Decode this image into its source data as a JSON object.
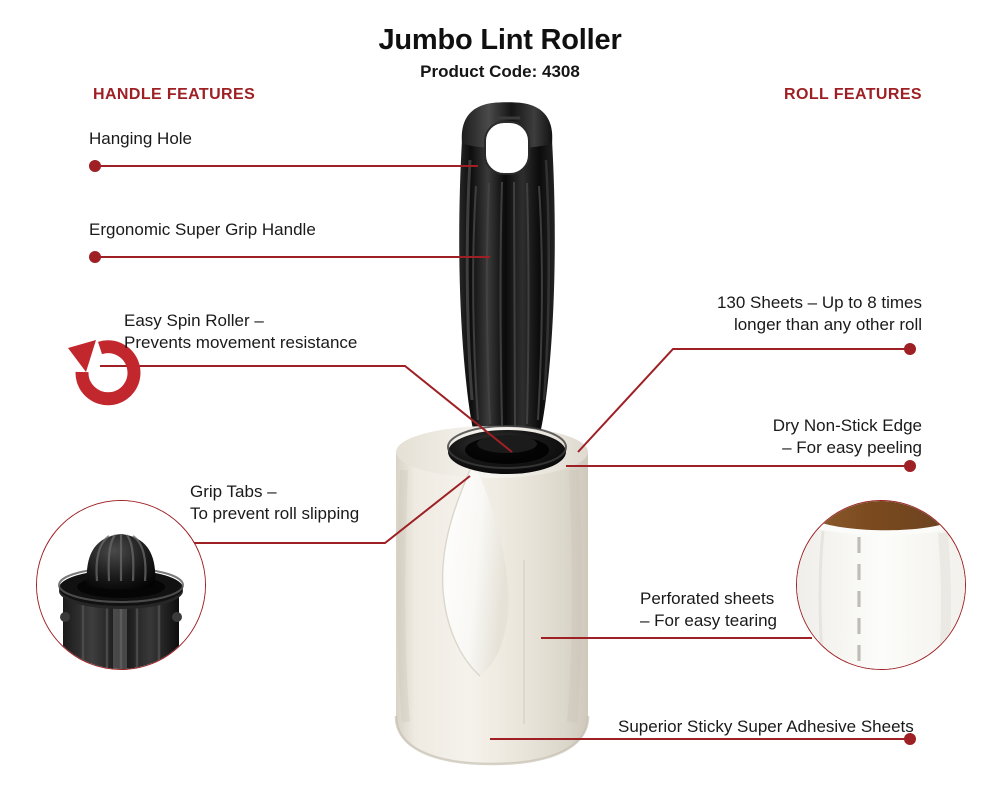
{
  "header": {
    "title": "Jumbo Lint Roller",
    "product_code": "Product Code: 4308"
  },
  "sections": {
    "left_heading": "HANDLE FEATURES",
    "right_heading": "ROLL FEATURES"
  },
  "colors": {
    "accent_red": "#9E2024",
    "handle_black": "#121212",
    "roll_cream": "#EDE9E0",
    "core_brown": "#7B4A22"
  },
  "callouts": {
    "handle": [
      {
        "id": "hanging-hole",
        "text": "Hanging Hole"
      },
      {
        "id": "grip-handle",
        "text": "Ergonomic Super Grip Handle"
      },
      {
        "id": "easy-spin",
        "text": "Easy Spin Roller –\nPrevents movement resistance"
      },
      {
        "id": "grip-tabs",
        "text": "Grip Tabs –\nTo prevent roll slipping"
      }
    ],
    "roll": [
      {
        "id": "sheets-count",
        "text": "130 Sheets – Up to 8 times\nlonger than any other roll"
      },
      {
        "id": "non-stick",
        "text": "Dry Non-Stick Edge\n– For easy peeling"
      },
      {
        "id": "perforated",
        "text": "Perforated sheets\n– For easy tearing"
      },
      {
        "id": "adhesive",
        "text": "Superior Sticky Super Adhesive Sheets"
      }
    ]
  },
  "insets": [
    {
      "id": "grip-tabs-closeup",
      "caption": "Grip Tabs –\nTo prevent roll slipping"
    },
    {
      "id": "perforation-closeup",
      "caption": "Perforated sheets\n– For easy tearing"
    }
  ],
  "icons": {
    "spin_arrow": "circular-rotation-arrow"
  }
}
